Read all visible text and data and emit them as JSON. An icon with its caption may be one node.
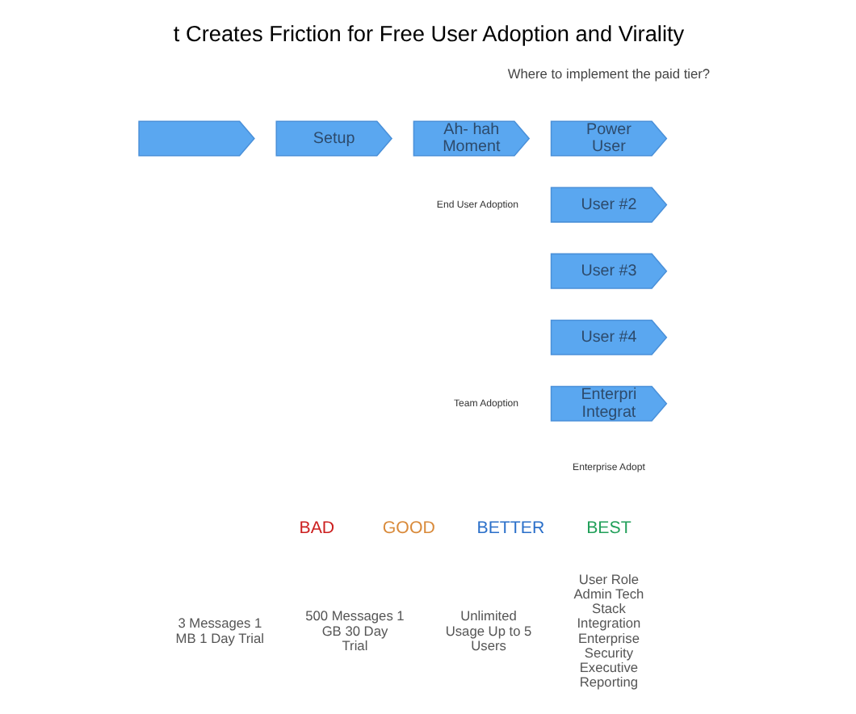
{
  "diagram": {
    "title": "t Creates Friction for Free User Adoption and Virality",
    "nodes": [
      {
        "text": [],
        "shape": "arrow"
      },
      {
        "text": [
          "Setup"
        ]
      },
      {
        "text": [
          "Ah- hah Moment"
        ]
      },
      {
        "text": [
          "Power User"
        ]
      },
      {
        "text": [
          "User #2"
        ]
      },
      {
        "text": [
          "User #3"
        ]
      },
      {
        "text": [
          "User #4"
        ]
      },
      {
        "text": [
          "Enterpri Integrat"
        ]
      }
    ],
    "labels": [
      "Where to implement the paid tier?",
      "End User Adoption",
      "Team Adoption",
      "Enterprise Adopt",
      "BAD",
      "3 Messages 1 MB 1 Day Trial",
      "GOOD",
      "500 Messages 1 GB 30 Day Trial",
      "BETTER",
      "Unlimited Usage Up to 5 Users",
      "BEST",
      "User Role Admin Tech Stack Integration Enterprise Security Executive Reporting"
    ]
  }
}
